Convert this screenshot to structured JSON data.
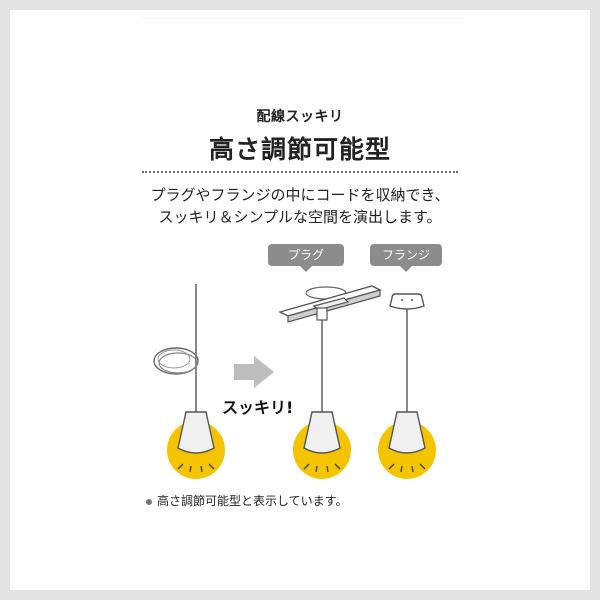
{
  "heading": {
    "kicker": "配線スッキリ",
    "title": "高さ調節可能型"
  },
  "description": {
    "line1": "プラグやフランジの中にコードを収納でき、",
    "line2": "スッキリ＆シンプルな空間を演出します。"
  },
  "tags": {
    "plug": "プラグ",
    "flange": "フランジ"
  },
  "callout": "スッキリ!",
  "note": "高さ調節可能型と表示しています。",
  "colors": {
    "frame": "#e3e3e3",
    "tag": "#8c8c8c",
    "bulb_glow": "#f5c400",
    "arrow": "#bdbdbd",
    "text": "#222222"
  },
  "icons": [
    "coiled-cord-icon",
    "right-arrow-icon",
    "pendant-lamp-icon",
    "ceiling-rail-icon",
    "flange-icon"
  ]
}
